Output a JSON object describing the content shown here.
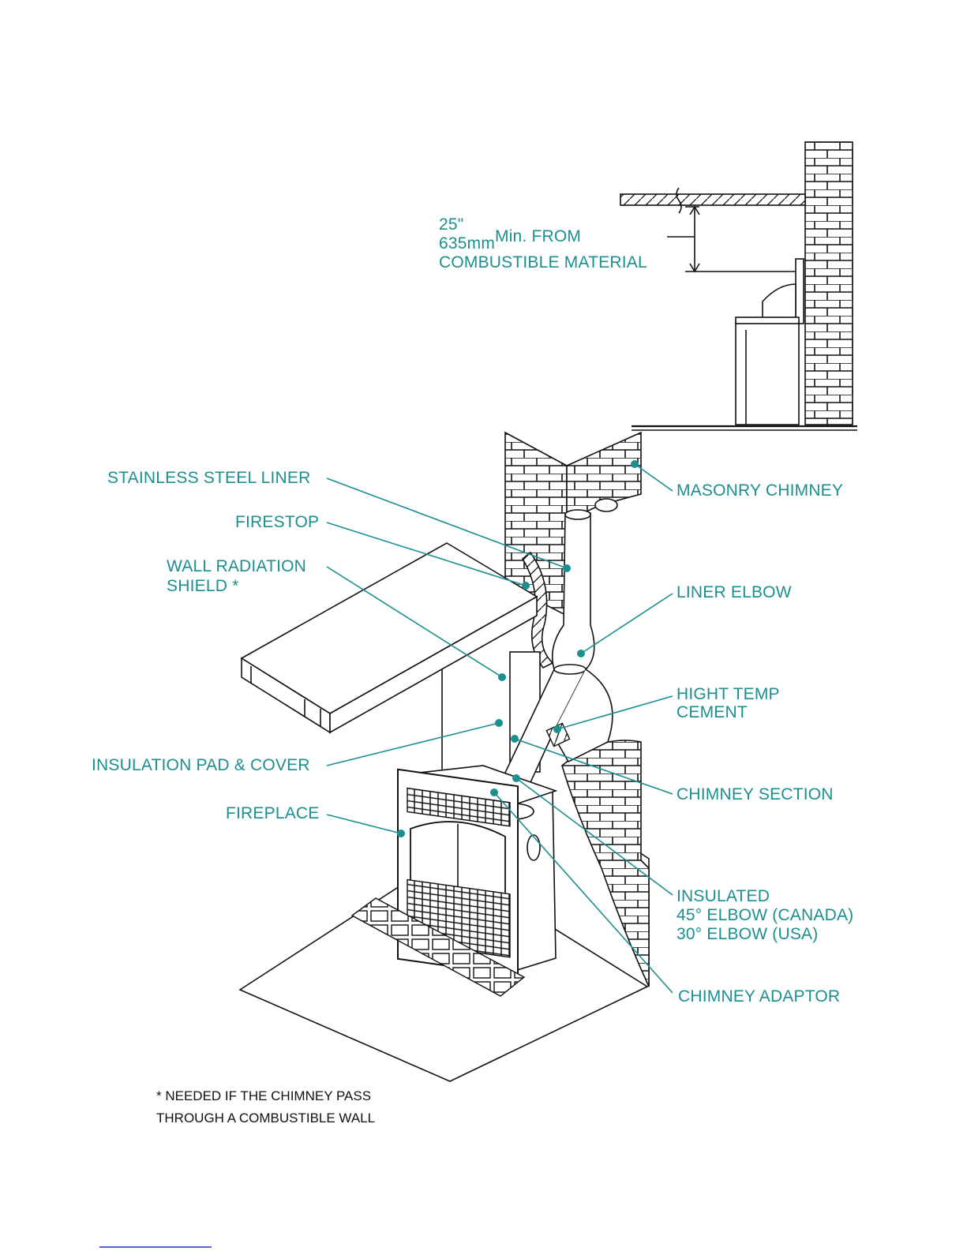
{
  "colors": {
    "label": "#1b8f8f",
    "line": "#111111",
    "background": "#ffffff"
  },
  "clearance": {
    "line1": "25\"",
    "line2": "635mm",
    "line2b": "Min. FROM",
    "line3": "COMBUSTIBLE MATERIAL"
  },
  "labels": {
    "stainless_steel_liner": "STAINLESS STEEL LINER",
    "firestop": "FIRESTOP",
    "wall_radiation_shield_1": "WALL RADIATION",
    "wall_radiation_shield_2": "SHIELD *",
    "insulation_pad_cover": "INSULATION PAD & COVER",
    "fireplace": "FIREPLACE",
    "masonry_chimney": "MASONRY CHIMNEY",
    "liner_elbow": "LINER ELBOW",
    "high_temp_cement_1": "HIGHT TEMP",
    "high_temp_cement_2": "CEMENT",
    "chimney_section": "CHIMNEY SECTION",
    "insulated_1": "INSULATED",
    "insulated_2": "45° ELBOW (CANADA)",
    "insulated_3": "30° ELBOW (USA)",
    "chimney_adaptor": "CHIMNEY ADAPTOR"
  },
  "footnote": {
    "line1": "* NEEDED IF THE CHIMNEY PASS",
    "line2": "THROUGH A COMBUSTIBLE WALL"
  }
}
